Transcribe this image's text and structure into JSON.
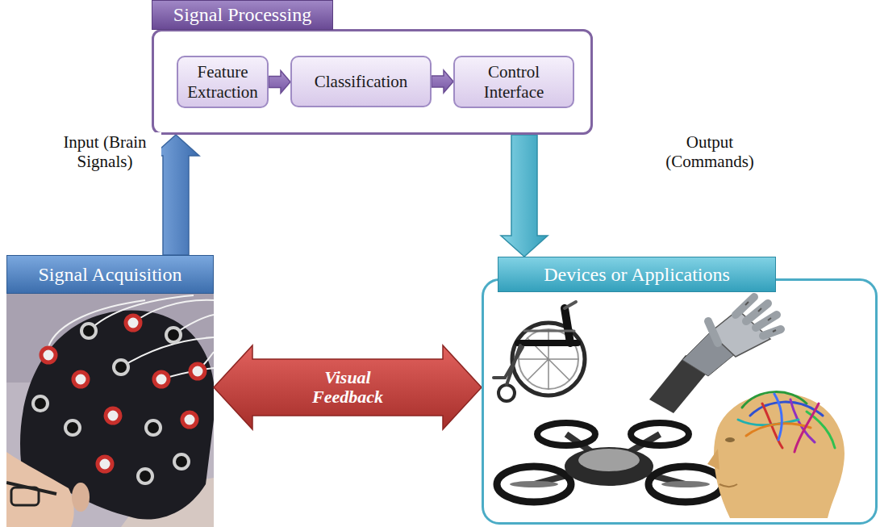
{
  "diagram": {
    "nodes": [
      {
        "text": [
          "Signal Processing"
        ]
      },
      {
        "text": [
          "Feature Extraction"
        ],
        "in": 0
      },
      {
        "text": [
          "Classification"
        ],
        "in": 0
      },
      {
        "text": [
          "Control Interface"
        ],
        "in": 0
      },
      {
        "text": [
          "Signal Acquisition"
        ]
      },
      {
        "text": [
          "Devices or Applications"
        ]
      }
    ],
    "edges": [
      {
        "from": 1,
        "to": 2,
        "arrow": "to"
      },
      {
        "from": 2,
        "to": 3,
        "arrow": "to"
      },
      {
        "from": 4,
        "to": 0,
        "label": "Input (Brain Signals)",
        "arrow": "to"
      },
      {
        "from": 0,
        "to": 5,
        "label": "Output (Commands)",
        "arrow": "to"
      },
      {
        "from": 4,
        "to": 5,
        "label": "Visual Feedback",
        "arrow": "both"
      }
    ]
  }
}
